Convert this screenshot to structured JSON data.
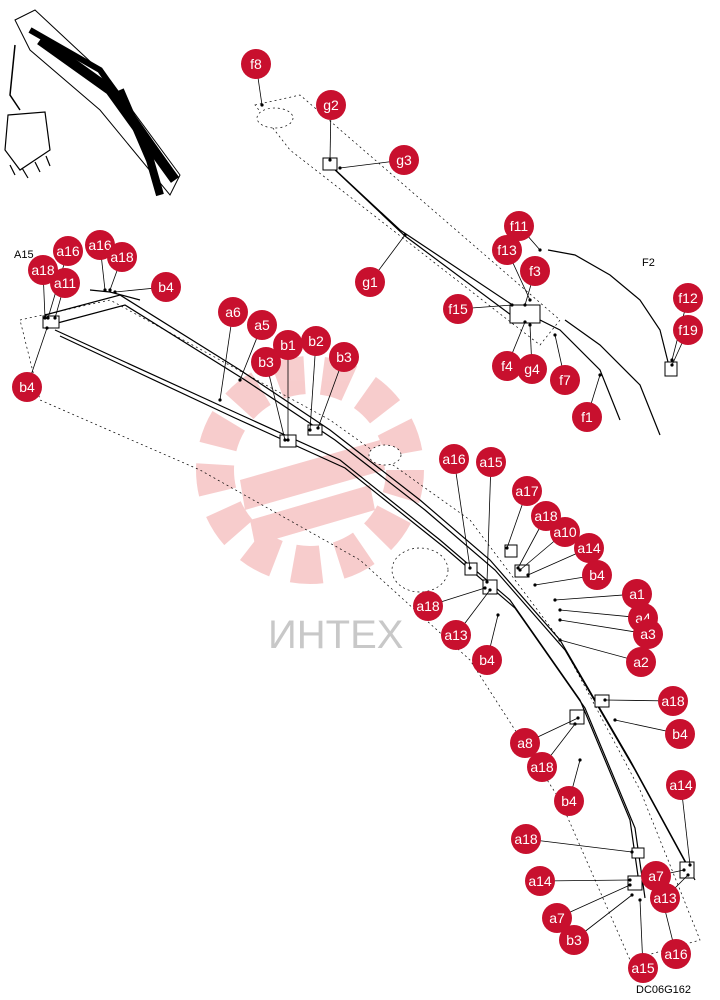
{
  "diagram": {
    "drawing_code": "DC06G162",
    "watermark_text": "ИНТЕХ",
    "plain_labels": [
      "A15",
      "F2"
    ],
    "callouts": [
      "f8",
      "g2",
      "g3",
      "g1",
      "f11",
      "f13",
      "f3",
      "f15",
      "f12",
      "f19",
      "f4",
      "g4",
      "f7",
      "f1",
      "a16",
      "a18",
      "a11",
      "b4",
      "a6",
      "a5",
      "b1",
      "b2",
      "b3",
      "a17",
      "a10",
      "a14",
      "a15",
      "a1",
      "a4",
      "a3",
      "a2",
      "a13",
      "a8",
      "a7"
    ],
    "colors": {
      "callout_fill": "#c8102e",
      "watermark": "#f2a6a6",
      "line": "#000000"
    }
  }
}
